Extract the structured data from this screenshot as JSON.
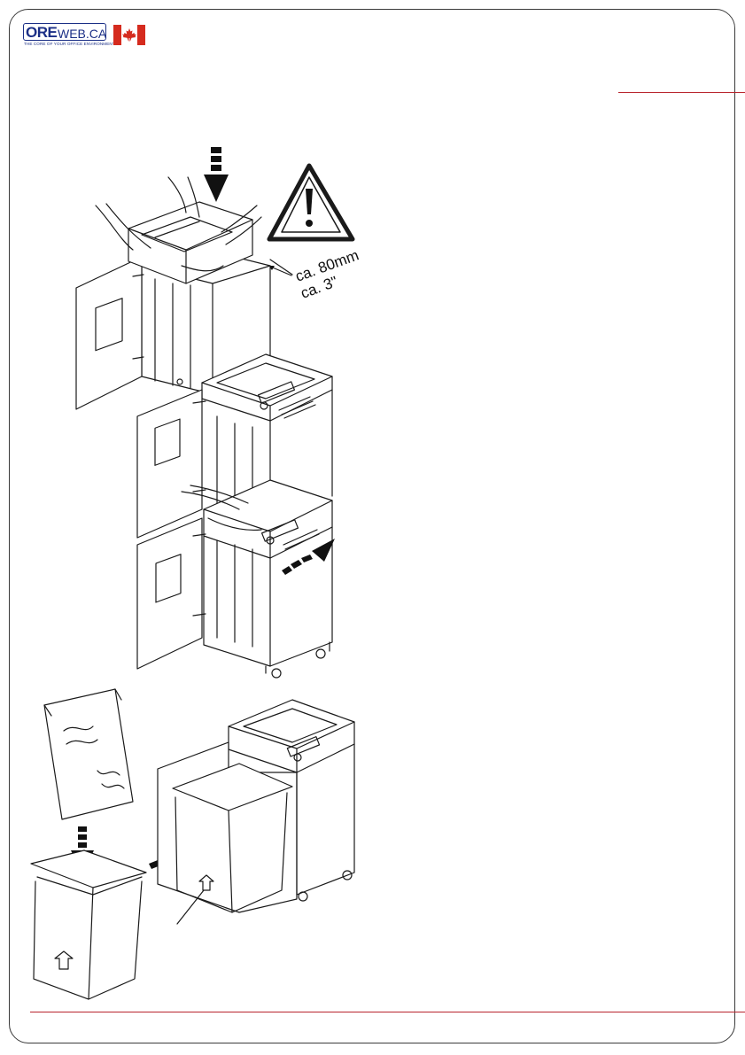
{
  "logo": {
    "brand_ore": "ORE",
    "brand_web": "WEB.CA",
    "tagline": "THE CORE OF YOUR OFFICE ENVIRONMENT",
    "flag": "canada-flag-icon"
  },
  "figure": {
    "dimension_metric": "ca. 80mm",
    "dimension_imperial": "ca. 3\"",
    "warning_icon": "warning-triangle-icon"
  },
  "colors": {
    "accent": "#b8242c",
    "brand_blue": "#1b2f86",
    "line_art": "#1a1a1a"
  }
}
